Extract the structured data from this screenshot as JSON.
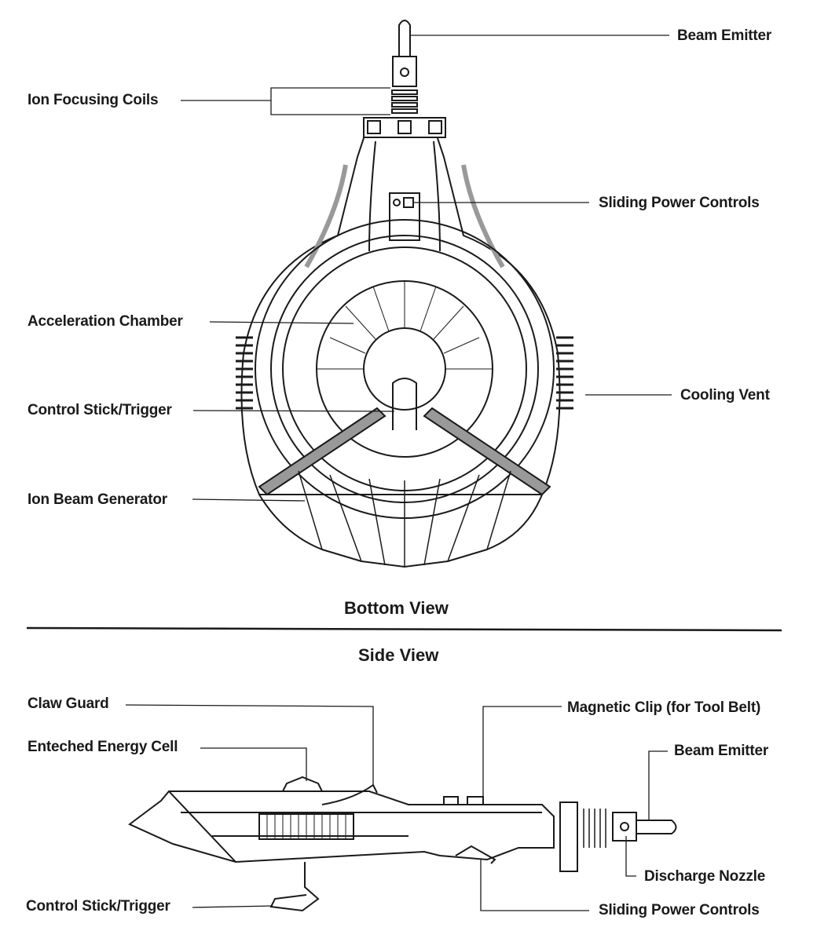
{
  "bottom_view": {
    "title": "Bottom View",
    "labels": {
      "beam_emitter": "Beam Emitter",
      "ion_focusing_coils": "Ion Focusing Coils",
      "sliding_power_controls": "Sliding Power Controls",
      "acceleration_chamber": "Acceleration Chamber",
      "cooling_vent": "Cooling Vent",
      "control_stick_trigger": "Control Stick/Trigger",
      "ion_beam_generator": "Ion Beam Generator"
    }
  },
  "side_view": {
    "title": "Side View",
    "labels": {
      "claw_guard": "Claw Guard",
      "magnetic_clip": "Magnetic Clip (for Tool Belt)",
      "enteched_energy_cell": "Enteched Energy Cell",
      "beam_emitter": "Beam Emitter",
      "discharge_nozzle": "Discharge Nozzle",
      "control_stick_trigger": "Control Stick/Trigger",
      "sliding_power_controls": "Sliding Power Controls"
    }
  }
}
